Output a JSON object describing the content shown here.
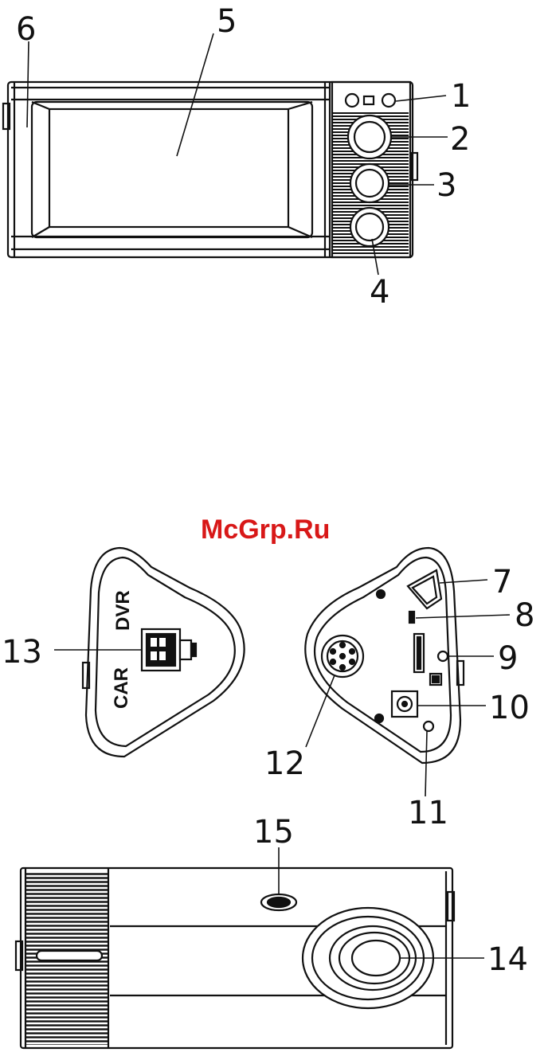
{
  "watermark": "McGrp.Ru",
  "front_view": {
    "callouts": [
      "1",
      "2",
      "3",
      "4",
      "5",
      "6"
    ]
  },
  "side_views": {
    "device_label_line1": "CAR",
    "device_label_line2": "DVR",
    "callouts": [
      "7",
      "8",
      "9",
      "10",
      "11",
      "12",
      "13"
    ]
  },
  "top_view": {
    "callouts": [
      "14",
      "15"
    ]
  }
}
